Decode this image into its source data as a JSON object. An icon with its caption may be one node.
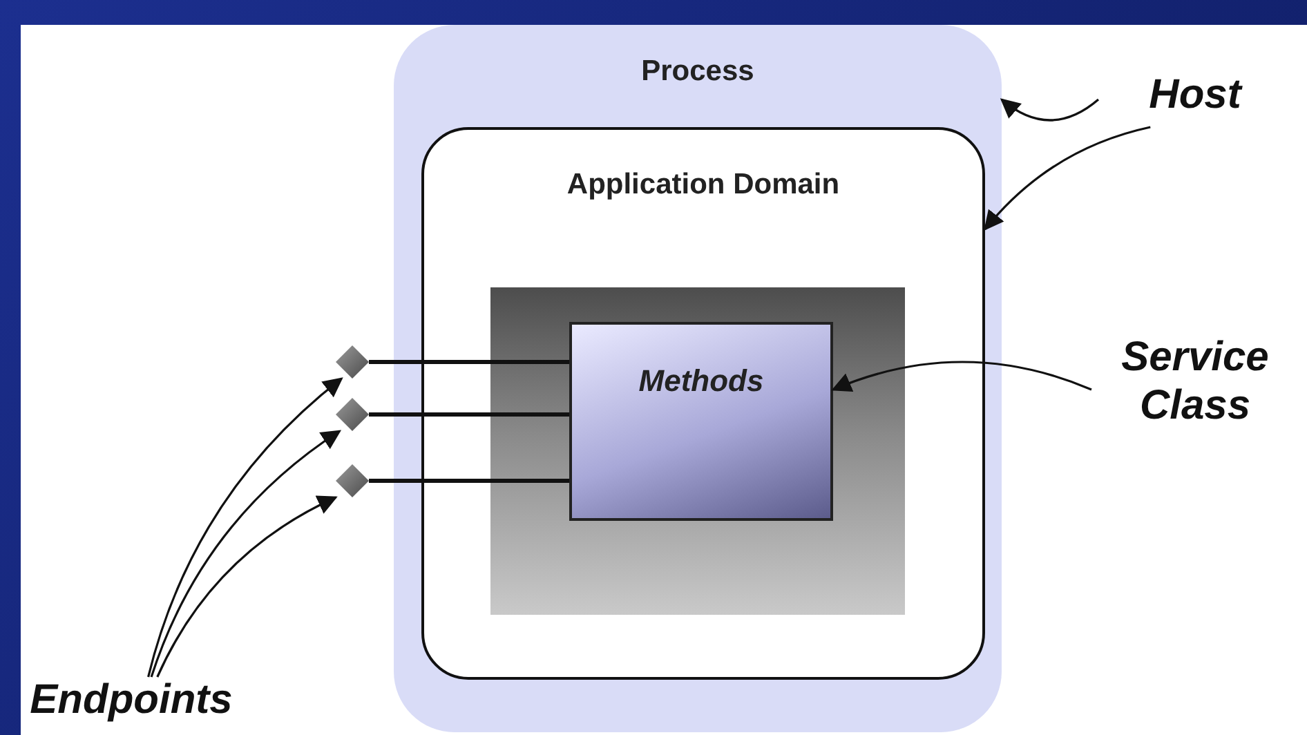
{
  "diagram": {
    "nodes": [
      {
        "text": [
          "Process"
        ]
      },
      {
        "text": [
          "Application Domain"
        ],
        "in": 0
      },
      {
        "text": [],
        "shape": "box",
        "in": 1
      },
      {
        "text": [
          "Methods"
        ],
        "in": 2
      },
      {
        "text": [],
        "shape": "diamond"
      },
      {
        "text": [],
        "shape": "diamond"
      },
      {
        "text": [],
        "shape": "diamond"
      },
      {
        "text": [
          "Host"
        ]
      },
      {
        "text": [
          "Service Class"
        ]
      },
      {
        "text": [
          "Endpoints"
        ]
      }
    ],
    "edges": [
      {
        "from": 4,
        "to": 3,
        "arrow": "none"
      },
      {
        "from": 5,
        "to": 3,
        "arrow": "none"
      },
      {
        "from": 6,
        "to": 3,
        "arrow": "none"
      },
      {
        "from": 7,
        "to": 0,
        "arrow": "to"
      },
      {
        "from": 7,
        "to": 1,
        "arrow": "to"
      },
      {
        "from": 8,
        "to": 3,
        "arrow": "to"
      },
      {
        "from": 9,
        "to": 4,
        "arrow": "to"
      },
      {
        "from": 9,
        "to": 5,
        "arrow": "to"
      },
      {
        "from": 9,
        "to": 6,
        "arrow": "to"
      }
    ]
  }
}
